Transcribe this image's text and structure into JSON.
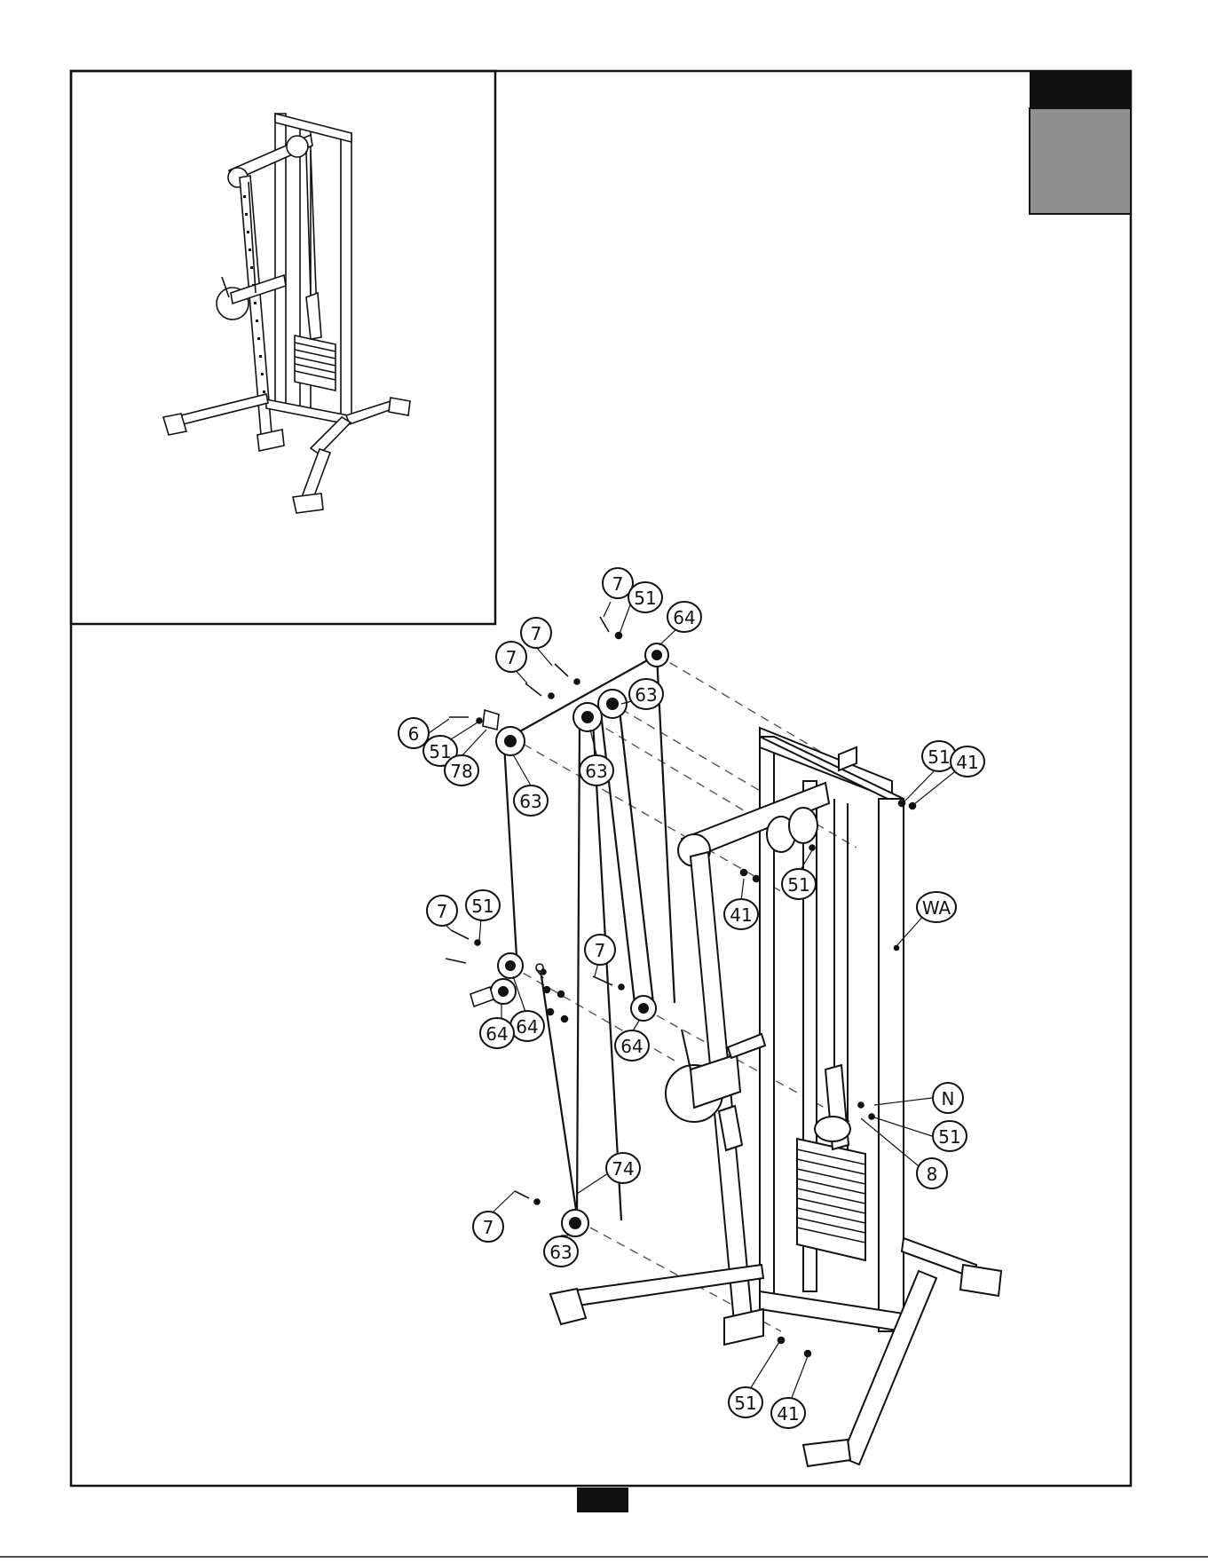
{
  "page": {
    "step_tab_top_text": "",
    "step_tab_bottom_text": "",
    "page_number_text": ""
  },
  "inset": {
    "label": "completed-assembly-view"
  },
  "callouts": [
    {
      "id": "c1",
      "label": "7"
    },
    {
      "id": "c2",
      "label": "51"
    },
    {
      "id": "c3",
      "label": "64"
    },
    {
      "id": "c4",
      "label": "7"
    },
    {
      "id": "c5",
      "label": "7"
    },
    {
      "id": "c6",
      "label": "63"
    },
    {
      "id": "c7",
      "label": "6"
    },
    {
      "id": "c8",
      "label": "51"
    },
    {
      "id": "c9",
      "label": "78"
    },
    {
      "id": "c10",
      "label": "63"
    },
    {
      "id": "c11",
      "label": "63"
    },
    {
      "id": "c12",
      "label": "51"
    },
    {
      "id": "c13",
      "label": "41"
    },
    {
      "id": "c14",
      "label": "51"
    },
    {
      "id": "c15",
      "label": "41"
    },
    {
      "id": "c16",
      "label": "WA"
    },
    {
      "id": "c17",
      "label": "7"
    },
    {
      "id": "c18",
      "label": "51"
    },
    {
      "id": "c19",
      "label": "7"
    },
    {
      "id": "c20",
      "label": "64"
    },
    {
      "id": "c21",
      "label": "64"
    },
    {
      "id": "c22",
      "label": "64"
    },
    {
      "id": "c23",
      "label": "N"
    },
    {
      "id": "c24",
      "label": "51"
    },
    {
      "id": "c25",
      "label": "8"
    },
    {
      "id": "c26",
      "label": "74"
    },
    {
      "id": "c27",
      "label": "7"
    },
    {
      "id": "c28",
      "label": "63"
    },
    {
      "id": "c29",
      "label": "51"
    },
    {
      "id": "c30",
      "label": "41"
    }
  ]
}
